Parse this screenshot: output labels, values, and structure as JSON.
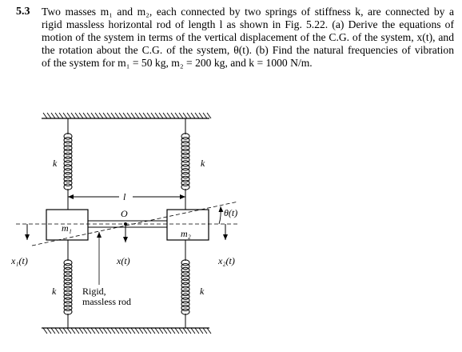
{
  "problem": {
    "number": "5.3",
    "lines": [
      "Two masses m₁ and m₂, each connected by two springs of stiffness k, are connected by a",
      "rigid massless horizontal rod of length l as shown in Fig. 5.22. (a) Derive the equations of",
      "motion of the system in terms of the vertical displacement of the C.G. of the system, x(t), and",
      "the rotation about the C.G. of the system, θ(t). (b) Find the natural frequencies of vibration",
      "of the system for m₁ = 50 kg, m₂ = 200 kg, and k = 1000 N/m."
    ]
  },
  "figure": {
    "spring_label": "k",
    "length_label": "l",
    "cg_label": "O",
    "theta_label": "θ(t)",
    "mass1_label": "m₁",
    "mass2_label": "m₂",
    "x1_label": "x₁(t)",
    "x_label": "x(t)",
    "x2_label": "x₂(t)",
    "rod_label_line1": "Rigid,",
    "rod_label_line2": "massless rod"
  }
}
